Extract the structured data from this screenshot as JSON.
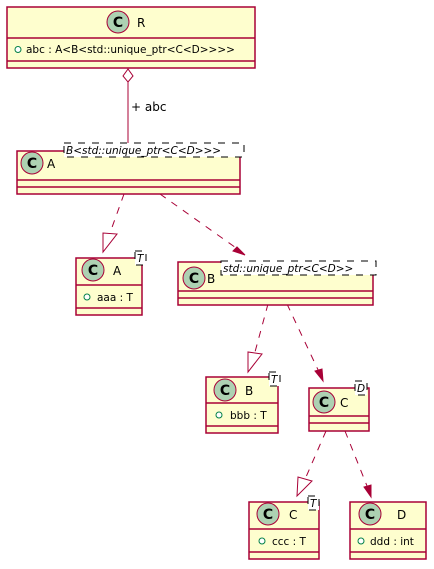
{
  "colors": {
    "class_fill": "#FEFECE",
    "border": "#A80036",
    "class_icon": "#ADD1B2",
    "visibility_public": "#038048"
  },
  "icon": {
    "class_letter": "C",
    "class_icon_name": "class-icon"
  },
  "classes": {
    "R": {
      "name": "R",
      "attrs": [
        "abc : A<B<std::unique_ptr<C<D>>>>"
      ]
    },
    "A_spec": {
      "name": "A",
      "template": "B<std::unique_ptr<C<D>>>"
    },
    "A_t": {
      "name": "A",
      "template": "T",
      "attrs": [
        "aaa : T"
      ]
    },
    "B_spec": {
      "name": "B",
      "template": "std::unique_ptr<C<D>>"
    },
    "B_t": {
      "name": "B",
      "template": "T",
      "attrs": [
        "bbb : T"
      ]
    },
    "C_d": {
      "name": "C",
      "template": "D"
    },
    "C_t": {
      "name": "C",
      "template": "T",
      "attrs": [
        "ccc : T"
      ]
    },
    "D": {
      "name": "D",
      "attrs": [
        "ddd : int"
      ]
    }
  },
  "relations": [
    {
      "from": "R",
      "to": "A_spec",
      "kind": "aggregation",
      "label": "+ abc"
    },
    {
      "from": "A_spec",
      "to": "A_t",
      "kind": "realization"
    },
    {
      "from": "A_spec",
      "to": "B_spec",
      "kind": "dependency"
    },
    {
      "from": "B_spec",
      "to": "B_t",
      "kind": "realization"
    },
    {
      "from": "B_spec",
      "to": "C_d",
      "kind": "dependency"
    },
    {
      "from": "C_d",
      "to": "C_t",
      "kind": "realization"
    },
    {
      "from": "C_d",
      "to": "D",
      "kind": "dependency"
    }
  ]
}
